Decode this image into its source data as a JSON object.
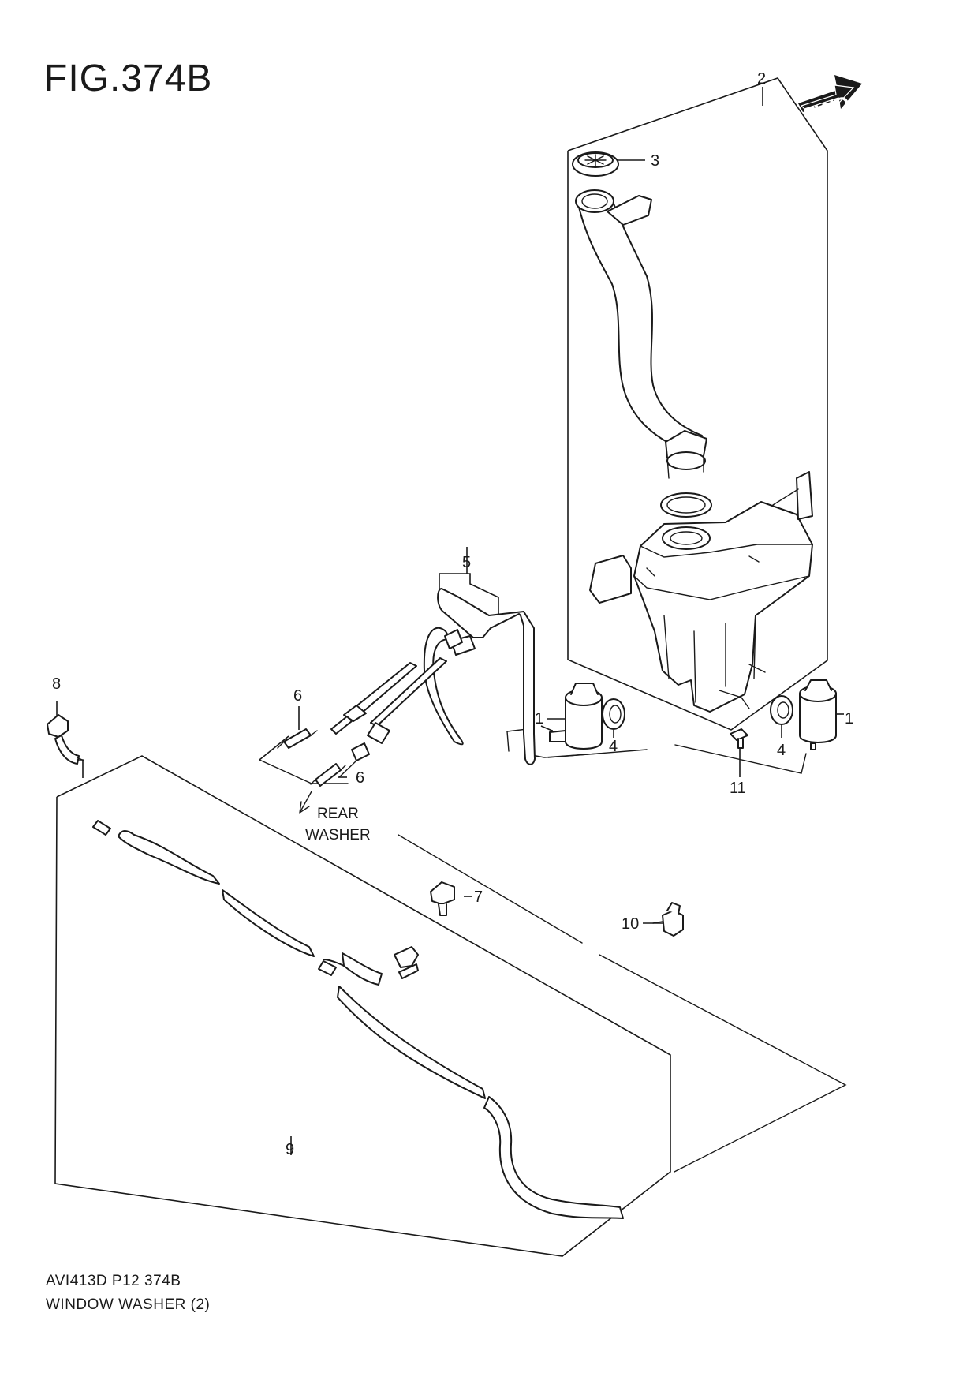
{
  "figure": {
    "title": "FIG.374B",
    "code": "AVI413D P12 374B",
    "name": "WINDOW WASHER (2)"
  },
  "fwd_badge": "FWD",
  "rear_washer_note": [
    "REAR",
    "WASHER"
  ],
  "callouts": {
    "c1a": "1",
    "c1b": "1",
    "c2": "2",
    "c3": "3",
    "c4a": "4",
    "c4b": "4",
    "c5": "5",
    "c6a": "6",
    "c6b": "6",
    "c7": "7",
    "c8": "8",
    "c9": "9",
    "c10": "10",
    "c11": "11"
  }
}
